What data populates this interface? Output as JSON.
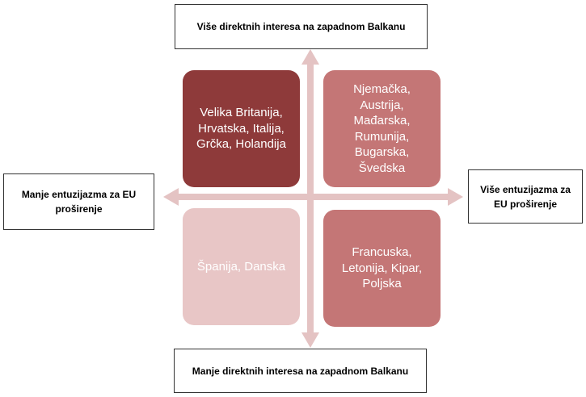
{
  "axis_labels": {
    "top": "Više direktnih interesa na zapadnom Balkanu",
    "bottom": "Manje direktnih interesa na zapadnom Balkanu",
    "left": "Manje entuzijazma za EU proširenje",
    "right": "Više entuzijazma za EU proširenje"
  },
  "quadrants": {
    "top_left": {
      "text": "Velika Britanija,\nHrvatska, Italija,\nGrčka, Holandija",
      "color": "#8e3a3a"
    },
    "top_right": {
      "text": "Njemačka,\nAustrija,\nMađarska,\nRumunija,\nBugarska,\nŠvedska",
      "color": "#c47676"
    },
    "bottom_left": {
      "text": "Španija, Danska",
      "color": "#e8c6c6"
    },
    "bottom_right": {
      "text": "Francuska,\nLetonija, Kipar,\nPoljska",
      "color": "#c47676"
    }
  },
  "colors": {
    "axis": "#e4c3c3",
    "label_border": "#333333"
  }
}
